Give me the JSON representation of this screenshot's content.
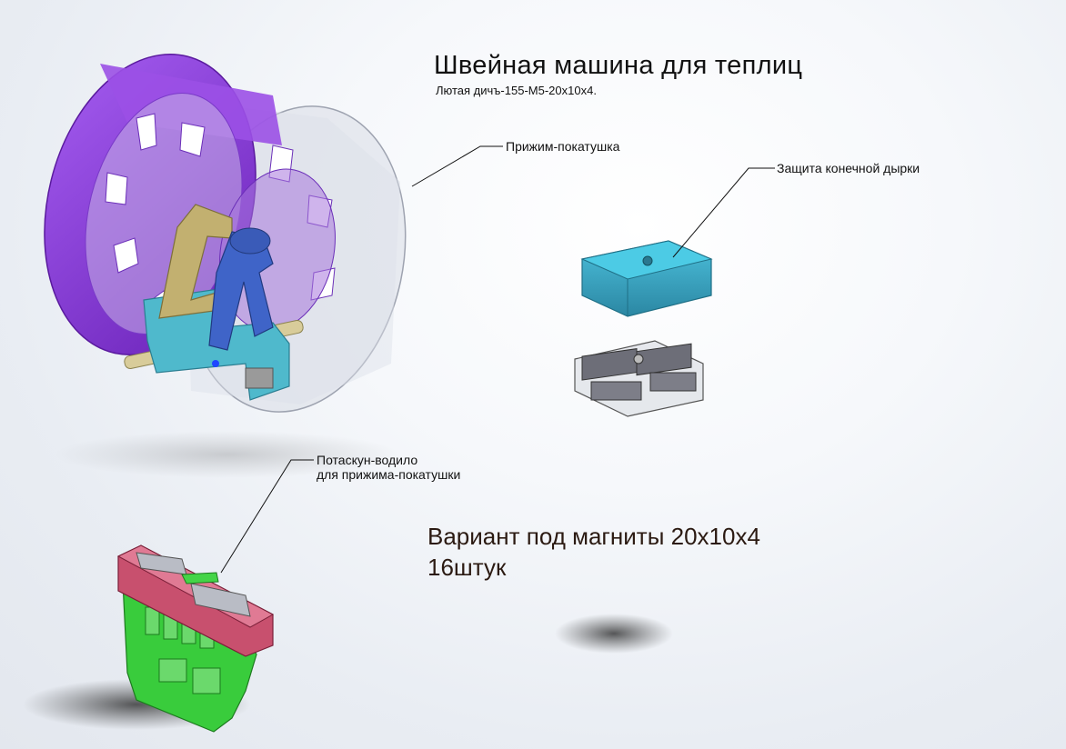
{
  "header": {
    "title": "Швейная машина для теплиц",
    "subtitle": "Лютая дичъ-155-М5-20х10х4."
  },
  "callouts": {
    "roller": "Прижим-покатушка",
    "hole_guard": "Защита конечной дырки",
    "driver_line1": "Потаскун-водило",
    "driver_line2": "для прижима-покатушки"
  },
  "variant": {
    "line1": "Вариант под магниты 20х10х4",
    "line2": "16штук"
  },
  "colors": {
    "wheel": "#8a3fd6",
    "cap": "#3aa3c0",
    "driver_top": "#c8506e",
    "driver_body": "#2ecb3a"
  }
}
